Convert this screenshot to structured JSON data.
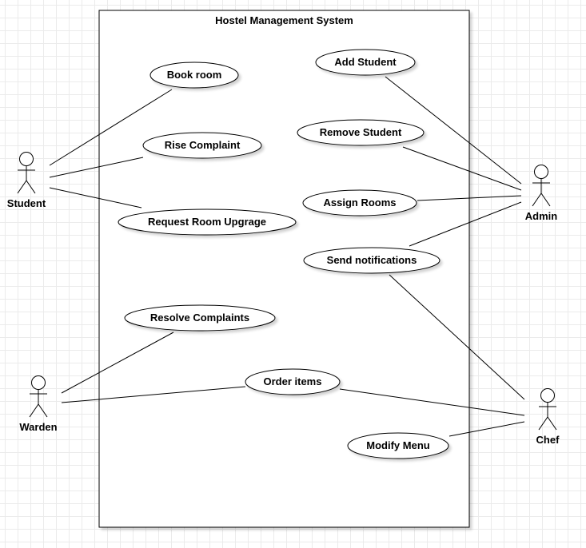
{
  "system": {
    "title": "Hostel Management System"
  },
  "actors": [
    {
      "id": "student",
      "label": "Student"
    },
    {
      "id": "admin",
      "label": "Admin"
    },
    {
      "id": "warden",
      "label": "Warden"
    },
    {
      "id": "chef",
      "label": "Chef"
    }
  ],
  "use_cases": [
    {
      "id": "book-room",
      "label": "Book room"
    },
    {
      "id": "rise-complaint",
      "label": "Rise Complaint"
    },
    {
      "id": "request-room-upgrage",
      "label": "Request Room Upgrage"
    },
    {
      "id": "add-student",
      "label": "Add Student"
    },
    {
      "id": "remove-student",
      "label": "Remove Student"
    },
    {
      "id": "assign-rooms",
      "label": "Assign Rooms"
    },
    {
      "id": "send-notifications",
      "label": "Send notifications"
    },
    {
      "id": "resolve-complaints",
      "label": "Resolve Complaints"
    },
    {
      "id": "order-items",
      "label": "Order items"
    },
    {
      "id": "modify-menu",
      "label": "Modify Menu"
    }
  ],
  "associations": [
    {
      "actor": "student",
      "use_case": "book-room"
    },
    {
      "actor": "student",
      "use_case": "rise-complaint"
    },
    {
      "actor": "student",
      "use_case": "request-room-upgrage"
    },
    {
      "actor": "admin",
      "use_case": "add-student"
    },
    {
      "actor": "admin",
      "use_case": "remove-student"
    },
    {
      "actor": "admin",
      "use_case": "assign-rooms"
    },
    {
      "actor": "admin",
      "use_case": "send-notifications"
    },
    {
      "actor": "chef",
      "use_case": "send-notifications"
    },
    {
      "actor": "warden",
      "use_case": "resolve-complaints"
    },
    {
      "actor": "warden",
      "use_case": "order-items"
    },
    {
      "actor": "chef",
      "use_case": "order-items"
    },
    {
      "actor": "chef",
      "use_case": "modify-menu"
    }
  ]
}
